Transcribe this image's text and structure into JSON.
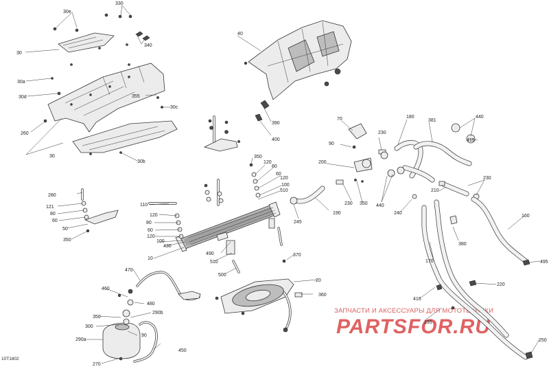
{
  "diagram_code": "10T1802",
  "watermark": {
    "caption": "ЗАПЧАСТИ И АКСЕССУАРЫ ДЛЯ МОТОТЕХНИКИ",
    "brand": "PARTSFOR.RU"
  },
  "callouts": [
    {
      "id": "c330",
      "text": "330"
    },
    {
      "id": "c30e",
      "text": "30e"
    },
    {
      "id": "c340",
      "text": "340"
    },
    {
      "id": "c30",
      "text": "30"
    },
    {
      "id": "c30a",
      "text": "30a"
    },
    {
      "id": "c30d",
      "text": "30d"
    },
    {
      "id": "c355",
      "text": "355"
    },
    {
      "id": "c30c",
      "text": "30c"
    },
    {
      "id": "c260",
      "text": "260"
    },
    {
      "id": "c30_2",
      "text": "30"
    },
    {
      "id": "c30b",
      "text": "30b"
    },
    {
      "id": "c40",
      "text": "40"
    },
    {
      "id": "c390",
      "text": "390"
    },
    {
      "id": "c400",
      "text": "400"
    },
    {
      "id": "c70",
      "text": "70"
    },
    {
      "id": "c90a",
      "text": "90"
    },
    {
      "id": "c200",
      "text": "200"
    },
    {
      "id": "c230a",
      "text": "230"
    },
    {
      "id": "c180",
      "text": "180"
    },
    {
      "id": "c381",
      "text": "381"
    },
    {
      "id": "c440a",
      "text": "440"
    },
    {
      "id": "c415",
      "text": "415"
    },
    {
      "id": "c350a",
      "text": "350"
    },
    {
      "id": "c120a",
      "text": "120"
    },
    {
      "id": "c80a",
      "text": "80"
    },
    {
      "id": "c60a",
      "text": "60"
    },
    {
      "id": "c120b",
      "text": "120"
    },
    {
      "id": "c100a",
      "text": "100"
    },
    {
      "id": "c510a",
      "text": "510"
    },
    {
      "id": "c230b",
      "text": "230"
    },
    {
      "id": "c350b",
      "text": "350"
    },
    {
      "id": "c440b",
      "text": "440"
    },
    {
      "id": "c210",
      "text": "210"
    },
    {
      "id": "c230c",
      "text": "230"
    },
    {
      "id": "c280",
      "text": "280"
    },
    {
      "id": "c121",
      "text": "121"
    },
    {
      "id": "c80b",
      "text": "80"
    },
    {
      "id": "c60b",
      "text": "60"
    },
    {
      "id": "c50",
      "text": "50"
    },
    {
      "id": "c350c",
      "text": "350"
    },
    {
      "id": "c110",
      "text": "110"
    },
    {
      "id": "c120c",
      "text": "120"
    },
    {
      "id": "c80c",
      "text": "80"
    },
    {
      "id": "c60c",
      "text": "60"
    },
    {
      "id": "c120d",
      "text": "120"
    },
    {
      "id": "c100b",
      "text": "100"
    },
    {
      "id": "c430",
      "text": "430"
    },
    {
      "id": "c10",
      "text": "10"
    },
    {
      "id": "c245",
      "text": "245"
    },
    {
      "id": "c190",
      "text": "190"
    },
    {
      "id": "c240",
      "text": "240"
    },
    {
      "id": "c380",
      "text": "380"
    },
    {
      "id": "c160",
      "text": "160"
    },
    {
      "id": "c490",
      "text": "490"
    },
    {
      "id": "c510b",
      "text": "510"
    },
    {
      "id": "c500",
      "text": "500"
    },
    {
      "id": "c370",
      "text": "370"
    },
    {
      "id": "c170",
      "text": "170"
    },
    {
      "id": "c495",
      "text": "495"
    },
    {
      "id": "c470",
      "text": "470"
    },
    {
      "id": "c20",
      "text": "20"
    },
    {
      "id": "c220",
      "text": "220"
    },
    {
      "id": "c460",
      "text": "460"
    },
    {
      "id": "c360",
      "text": "360"
    },
    {
      "id": "c480",
      "text": "480"
    },
    {
      "id": "c416",
      "text": "416"
    },
    {
      "id": "c350d",
      "text": "350"
    },
    {
      "id": "c290b",
      "text": "290b"
    },
    {
      "id": "c300",
      "text": "300"
    },
    {
      "id": "c90b",
      "text": "90"
    },
    {
      "id": "c290a",
      "text": "290a"
    },
    {
      "id": "c235",
      "text": "235"
    },
    {
      "id": "c450",
      "text": "450"
    },
    {
      "id": "c270",
      "text": "270"
    },
    {
      "id": "c250",
      "text": "250"
    }
  ]
}
